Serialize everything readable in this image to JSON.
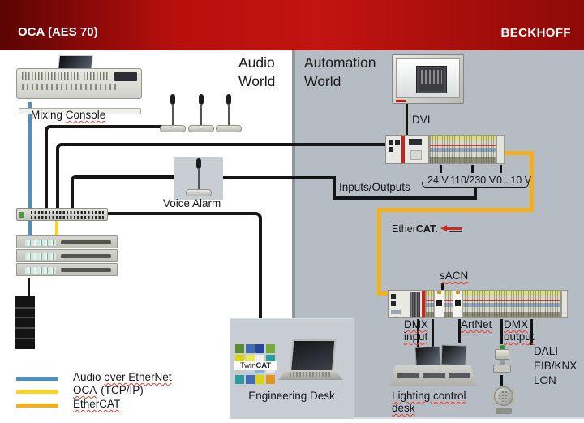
{
  "header": {
    "title": "OCA (AES 70)",
    "brand": "BECKHOFF"
  },
  "worlds": {
    "audio_1": "Audio",
    "audio_2": "World",
    "automation_1": "Automation",
    "automation_2": "World"
  },
  "audio": {
    "mixing_console_pre": "Mixing ",
    "mixing_console_sp": "Console",
    "voice_alarm": "Voice Alarm"
  },
  "automation": {
    "dvi": "DVI",
    "inputs_outputs": "Inputs/Outputs",
    "voltages": [
      "24 V",
      "110/230 V",
      "0...10 V"
    ],
    "ethercat_logo_pre": "Ether",
    "ethercat_logo_bold": "CAT.",
    "sacn": "sACN",
    "dmx_input_1": "DMX",
    "dmx_input_2": "input",
    "artnet": "ArtNet",
    "dmx_output_1": "DMX",
    "dmx_output_2": "output",
    "dali": [
      "DALI",
      "EIB/KNX",
      "LON"
    ],
    "lighting_desk_1": "Lighting control",
    "lighting_desk_2": "desk"
  },
  "engineering": {
    "label": "Engineering Desk",
    "twincat_pre": "Twin",
    "twincat_bold": "CAT"
  },
  "legend": {
    "items": [
      {
        "pre": "Audio ",
        "sp": "over EtherNet",
        "color": "#4a8fc8"
      },
      {
        "sp": "OCA",
        "rest": "(TCP/IP)",
        "color": "#ffd21e"
      },
      {
        "sp": "EtherCAT",
        "rest": "",
        "color": "#f2b01e"
      }
    ]
  },
  "colors": {
    "banner_red": "#c21411",
    "audio_over_ethernet": "#4a8fc8",
    "oca": "#ffd21e",
    "ethercat": "#f2b01e",
    "panel_gray": "#b6bcc3"
  }
}
